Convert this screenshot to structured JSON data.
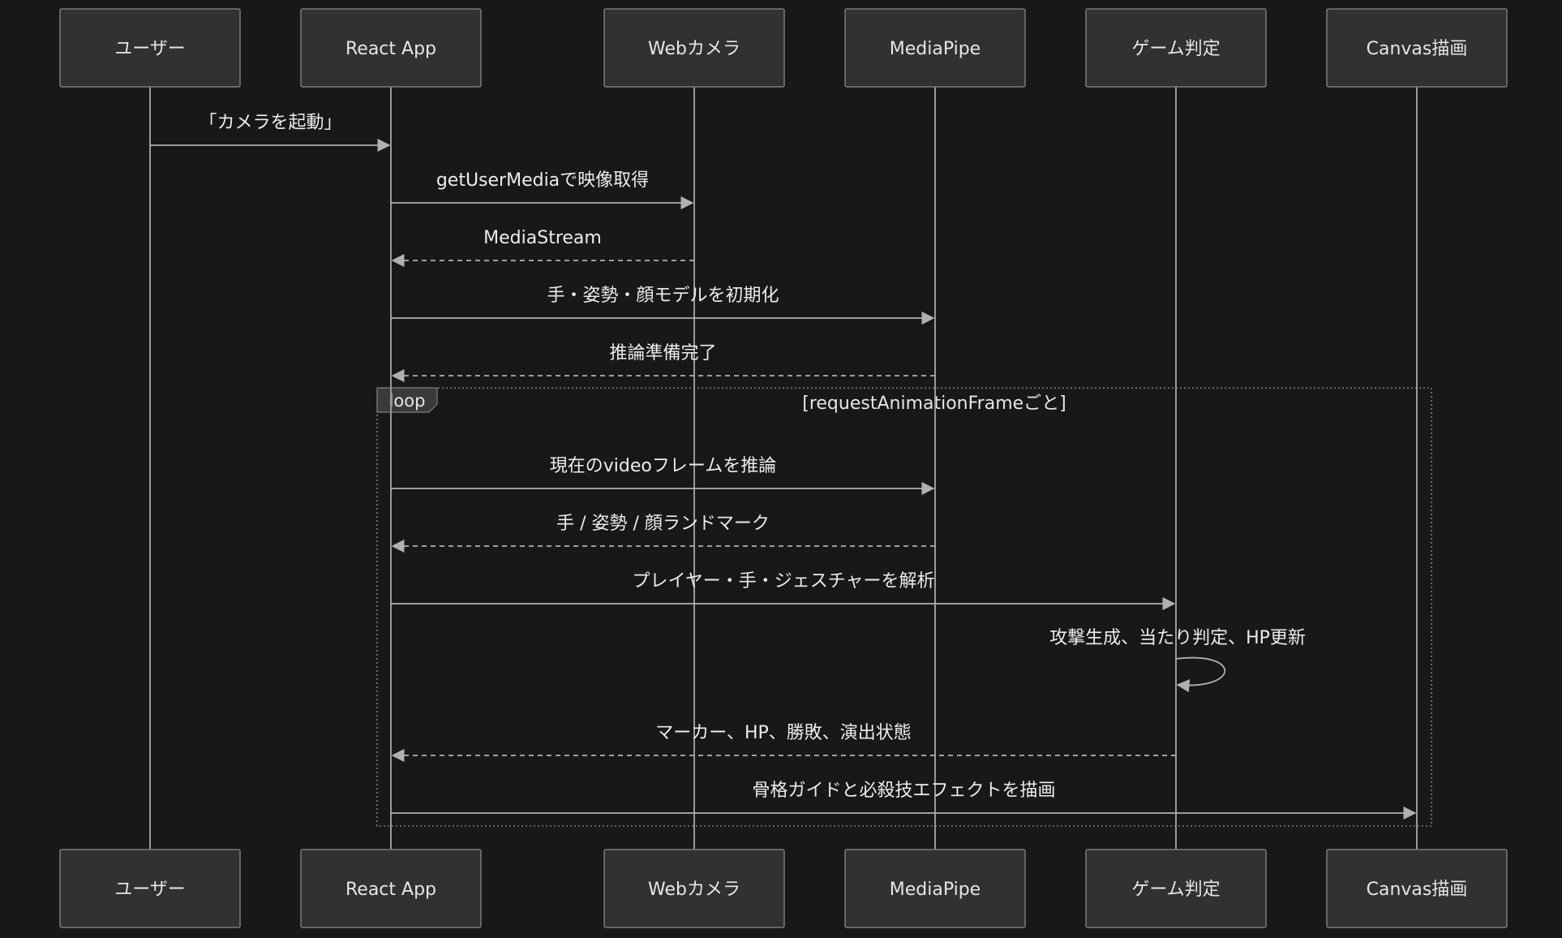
{
  "participants": [
    {
      "id": "user",
      "label": "ユーザー"
    },
    {
      "id": "react",
      "label": "React App"
    },
    {
      "id": "webcam",
      "label": "Webカメラ"
    },
    {
      "id": "mediapipe",
      "label": "MediaPipe"
    },
    {
      "id": "game",
      "label": "ゲーム判定"
    },
    {
      "id": "canvas",
      "label": "Canvas描画"
    }
  ],
  "loop": {
    "keyword": "loop",
    "condition": "[requestAnimationFrameごと]"
  },
  "messages": [
    {
      "from": "user",
      "to": "react",
      "label": "「カメラを起動」",
      "style": "solid",
      "in_loop": false
    },
    {
      "from": "react",
      "to": "webcam",
      "label": "getUserMediaで映像取得",
      "style": "solid",
      "in_loop": false
    },
    {
      "from": "webcam",
      "to": "react",
      "label": "MediaStream",
      "style": "dashed",
      "in_loop": false
    },
    {
      "from": "react",
      "to": "mediapipe",
      "label": "手・姿勢・顔モデルを初期化",
      "style": "solid",
      "in_loop": false
    },
    {
      "from": "mediapipe",
      "to": "react",
      "label": "推論準備完了",
      "style": "dashed",
      "in_loop": false
    },
    {
      "from": "react",
      "to": "mediapipe",
      "label": "現在のvideoフレームを推論",
      "style": "solid",
      "in_loop": true
    },
    {
      "from": "mediapipe",
      "to": "react",
      "label": "手 / 姿勢 / 顔ランドマーク",
      "style": "dashed",
      "in_loop": true
    },
    {
      "from": "react",
      "to": "game",
      "label": "プレイヤー・手・ジェスチャーを解析",
      "style": "solid",
      "in_loop": true
    },
    {
      "from": "game",
      "to": "game",
      "label": "攻撃生成、当たり判定、HP更新",
      "style": "solid",
      "in_loop": true
    },
    {
      "from": "game",
      "to": "react",
      "label": "マーカー、HP、勝敗、演出状態",
      "style": "dashed",
      "in_loop": true
    },
    {
      "from": "react",
      "to": "canvas",
      "label": "骨格ガイドと必殺技エフェクトを描画",
      "style": "solid",
      "in_loop": true
    }
  ]
}
